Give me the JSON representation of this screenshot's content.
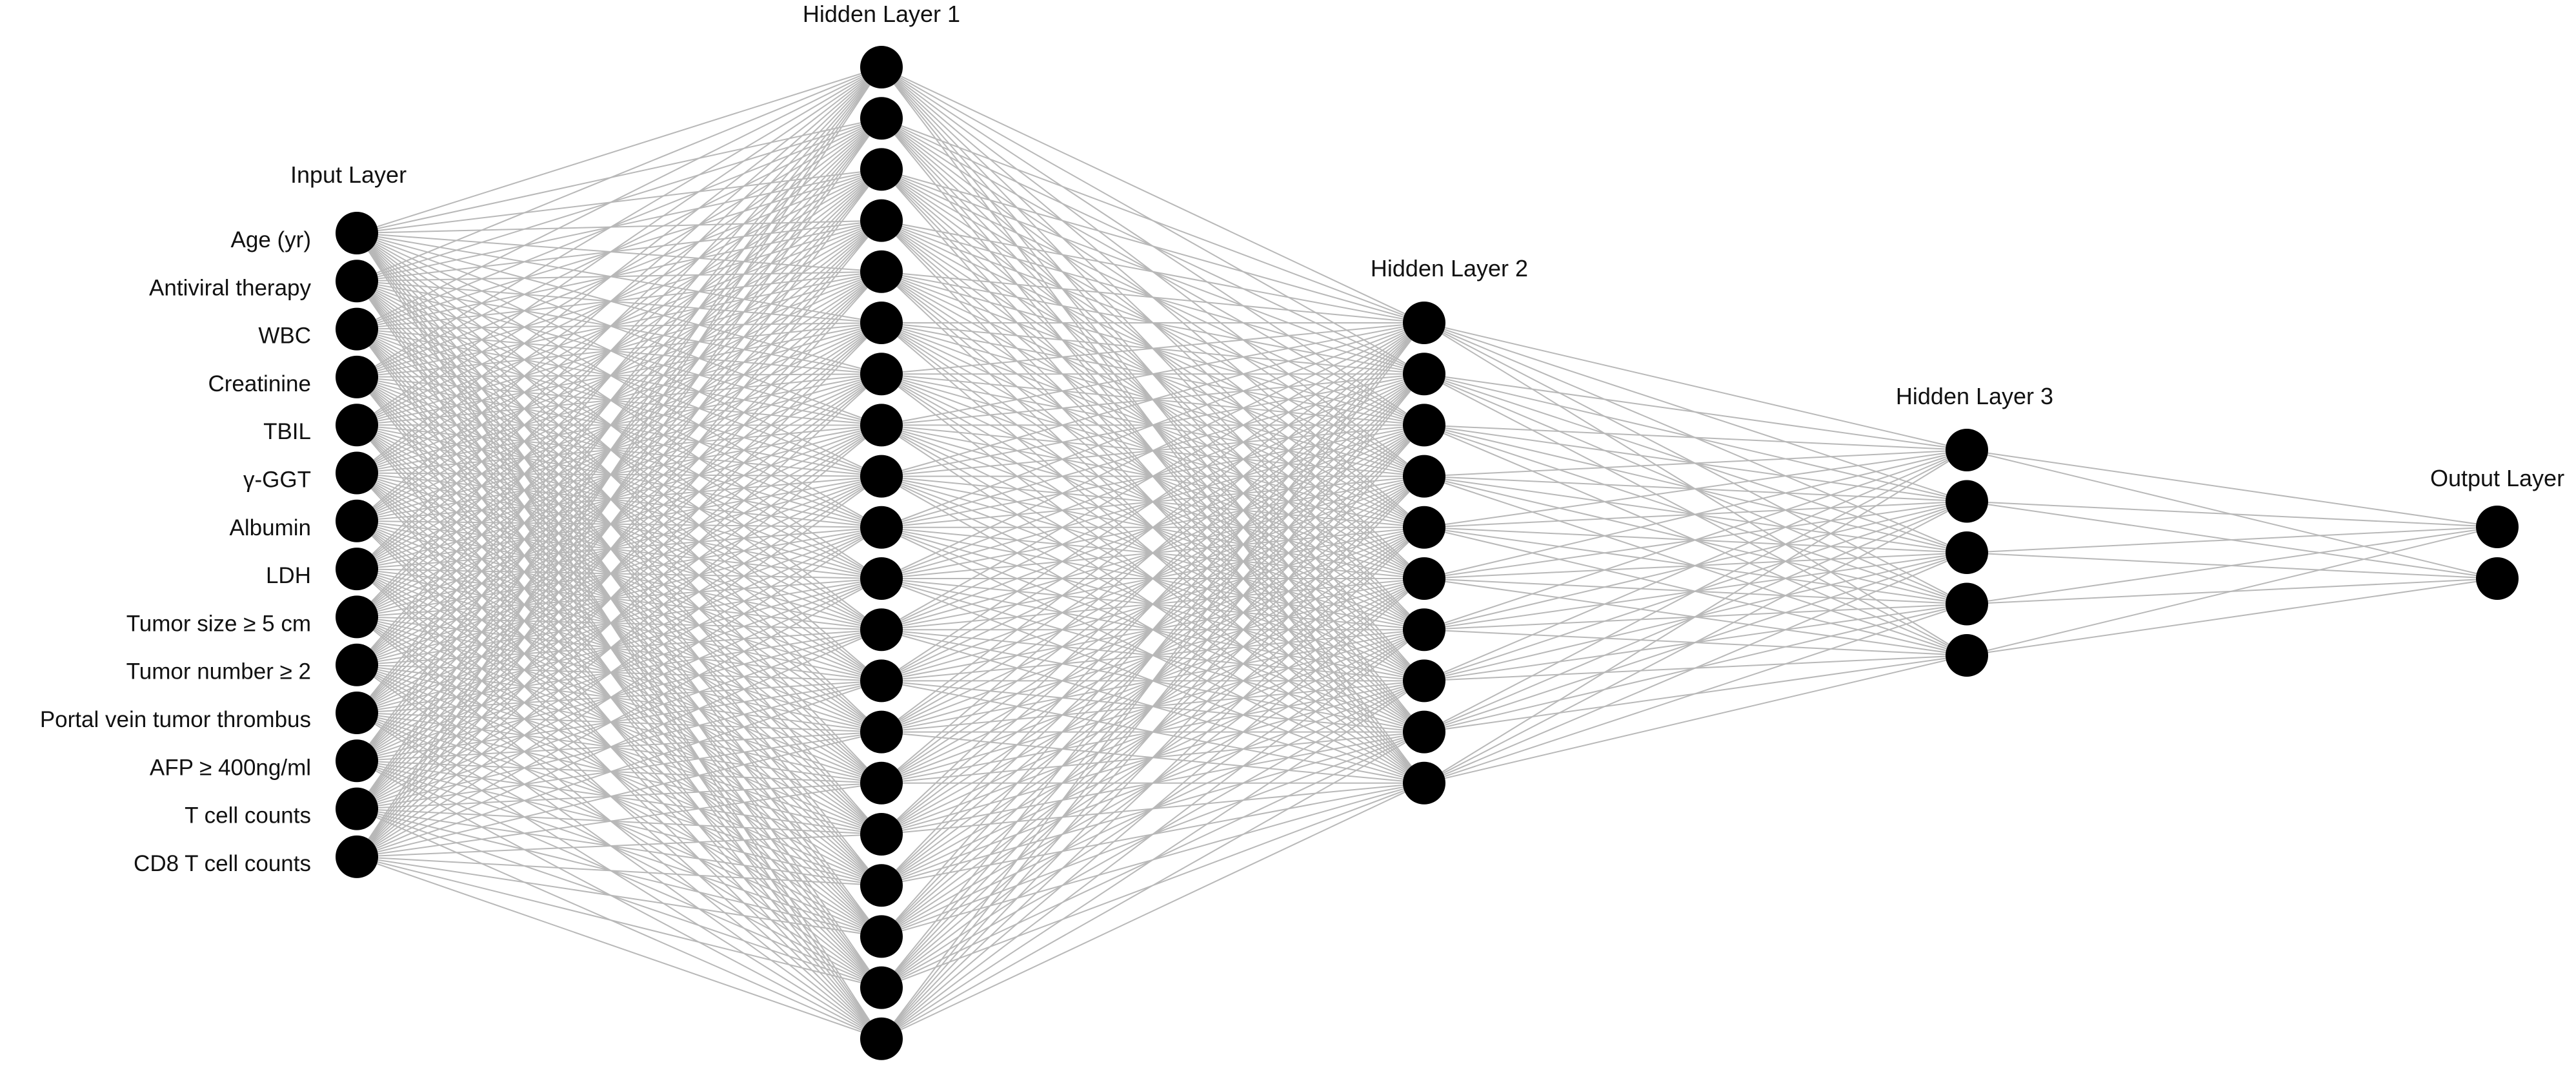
{
  "diagram": {
    "type": "neural-network",
    "colors": {
      "node": "#000000",
      "edge": "#b8b8b8",
      "text": "#111111",
      "background": "#ffffff"
    },
    "layers": [
      {
        "title": "Input Layer",
        "node_count": 14,
        "node_labels": [
          "Age (yr)",
          "Antiviral therapy",
          "WBC",
          "Creatinine",
          "TBIL",
          "γ-GGT",
          "Albumin",
          "LDH",
          "Tumor size ≥ 5 cm",
          "Tumor number ≥ 2",
          "Portal vein tumor thrombus",
          "AFP ≥ 400ng/ml",
          "T cell counts",
          "CD8 T cell counts"
        ]
      },
      {
        "title": "Hidden Layer 1",
        "node_count": 20,
        "node_labels": []
      },
      {
        "title": "Hidden Layer 2",
        "node_count": 10,
        "node_labels": []
      },
      {
        "title": "Hidden Layer 3",
        "node_count": 5,
        "node_labels": []
      },
      {
        "title": "Output Layer",
        "node_count": 2,
        "node_labels": []
      }
    ]
  }
}
